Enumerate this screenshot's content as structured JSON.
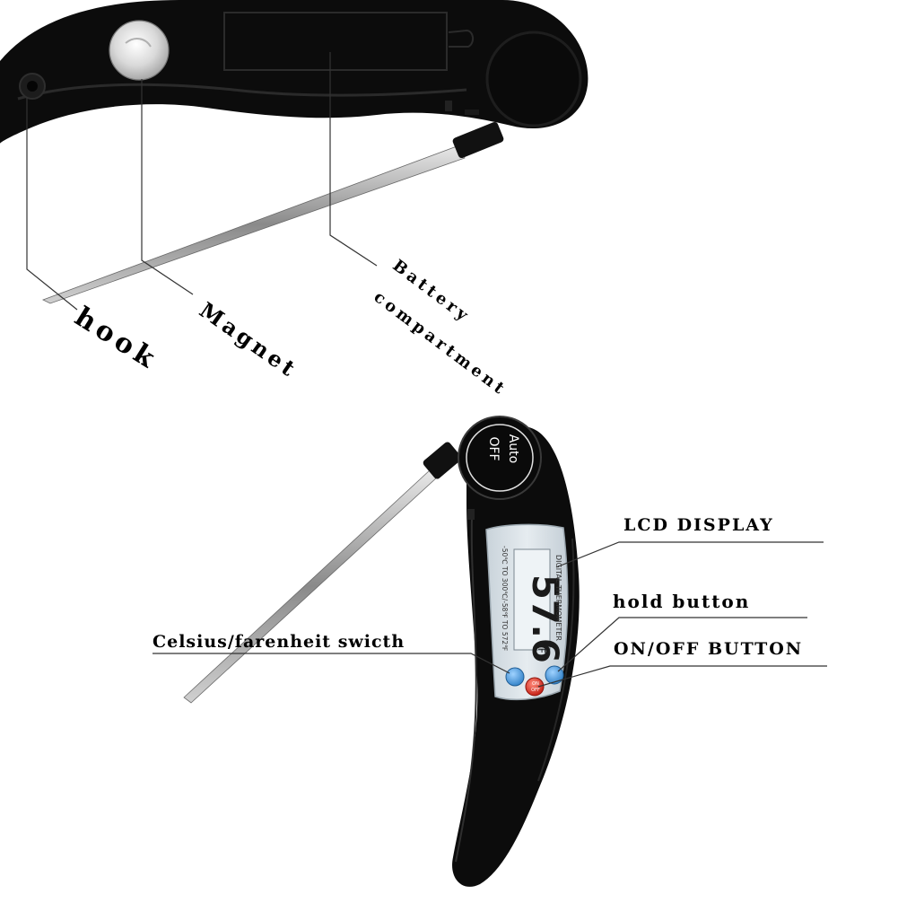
{
  "callouts": {
    "hook": "hook",
    "magnet": "Magnet",
    "battery_line1": "Battery",
    "battery_line2": "compartment",
    "lcd_display": "LCD DISPLAY",
    "hold_button": "hold button",
    "on_off_button": "ON/OFF BUTTON",
    "celsius_switch": "Celsius/farenheit swicth"
  },
  "device_print": {
    "dial_line1": "Auto",
    "dial_line2": "OFF",
    "brand": "DIGITAL THERMOMETER",
    "range": "-50℃ TO 300℃/-58℉ TO 572℉",
    "reading": "57.6",
    "unit": "°F",
    "button_on_line1": "ON",
    "button_on_line2": "OFF"
  },
  "icons": {
    "hook": "hook-icon",
    "magnet": "magnet-icon",
    "dial": "auto-off-dial-icon"
  },
  "colors": {
    "body": "#0c0c0c",
    "lcd": "#d8e0e6",
    "button_blue": "#3a8fd6",
    "button_red": "#d8281c",
    "probe": "#9a9a9a",
    "text": "#000000"
  }
}
